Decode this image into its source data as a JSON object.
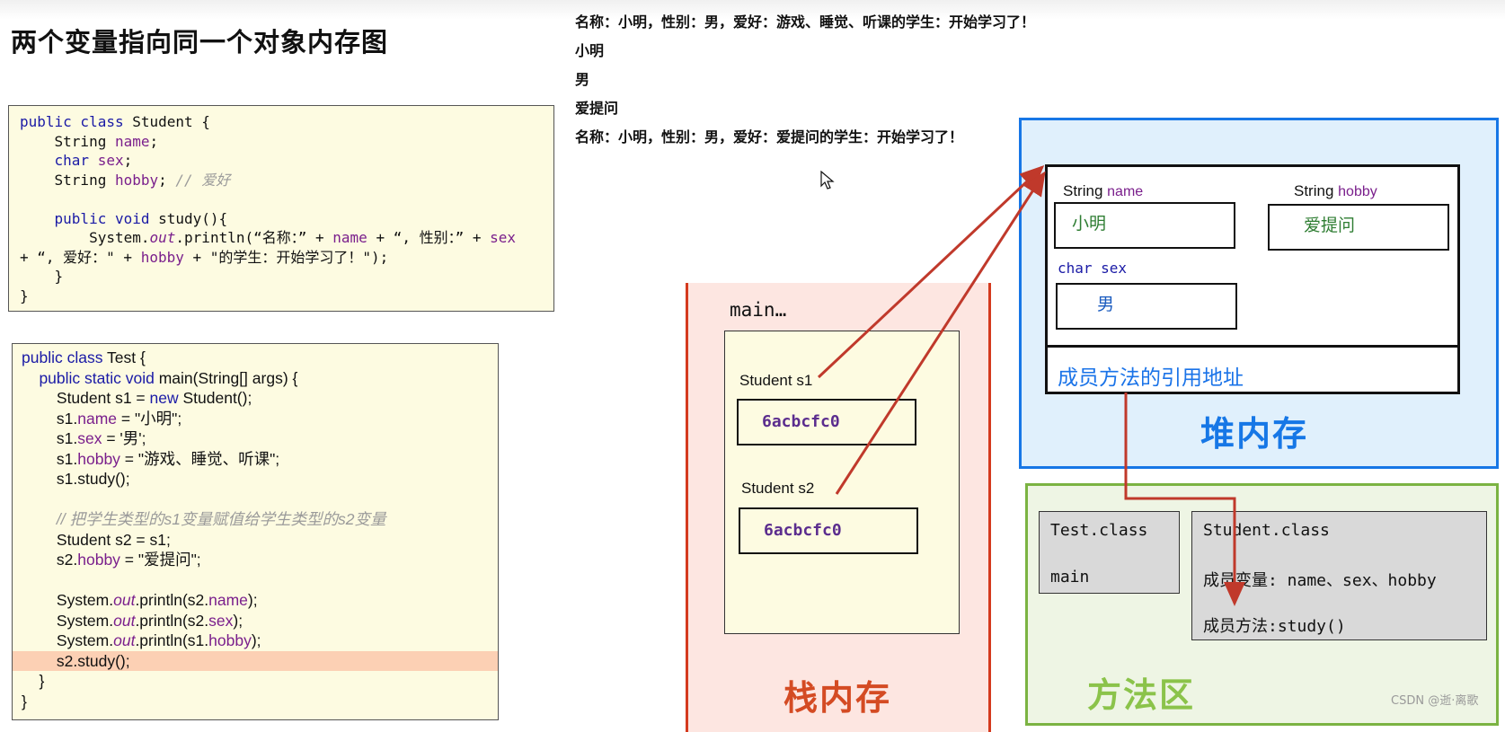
{
  "title": "两个变量指向同一个对象内存图",
  "console_lines": [
    "名称：小明，性别：男，爱好：游戏、睡觉、听课的学生：开始学习了！",
    "小明",
    "男",
    "爱提问",
    "名称：小明，性别：男，爱好：爱提问的学生：开始学习了！"
  ],
  "code_student": [
    [
      [
        "kw",
        "public class "
      ],
      [
        "t",
        "Student {"
      ]
    ],
    [
      [
        "t",
        "    String "
      ],
      [
        "fld",
        "name"
      ],
      [
        "t",
        ";"
      ]
    ],
    [
      [
        "t",
        "    "
      ],
      [
        "kw",
        "char "
      ],
      [
        "fld",
        "sex"
      ],
      [
        "t",
        ";"
      ]
    ],
    [
      [
        "t",
        "    String "
      ],
      [
        "fld",
        "hobby"
      ],
      [
        "t",
        "; "
      ],
      [
        "cmt",
        "// 爱好"
      ]
    ],
    [
      [
        "t",
        " "
      ]
    ],
    [
      [
        "t",
        "    "
      ],
      [
        "kw",
        "public void "
      ],
      [
        "t",
        "study(){"
      ]
    ],
    [
      [
        "t",
        "        System."
      ],
      [
        "out",
        "out"
      ],
      [
        "t",
        ".println(“名称：” + "
      ],
      [
        "fld",
        "name"
      ],
      [
        "t",
        " + “, 性别：” + "
      ],
      [
        "fld",
        "sex"
      ]
    ],
    [
      [
        "t",
        "+ “, 爱好：\" + "
      ],
      [
        "fld",
        "hobby"
      ],
      [
        "t",
        " + \"的学生：开始学习了！\");"
      ]
    ],
    [
      [
        "t",
        "    }"
      ]
    ],
    [
      [
        "t",
        "}"
      ]
    ]
  ],
  "code_test": [
    [
      [
        "kw",
        "public class "
      ],
      [
        "t",
        "Test {"
      ]
    ],
    [
      [
        "t",
        "    "
      ],
      [
        "kw",
        "public static void "
      ],
      [
        "t",
        "main(String[] args) {"
      ]
    ],
    [
      [
        "t",
        "        Student s1 = "
      ],
      [
        "kw",
        "new "
      ],
      [
        "t",
        "Student();"
      ]
    ],
    [
      [
        "t",
        "        s1."
      ],
      [
        "fld",
        "name"
      ],
      [
        "t",
        " = \"小明\";"
      ]
    ],
    [
      [
        "t",
        "        s1."
      ],
      [
        "fld",
        "sex"
      ],
      [
        "t",
        " = '男';"
      ]
    ],
    [
      [
        "t",
        "        s1."
      ],
      [
        "fld",
        "hobby"
      ],
      [
        "t",
        " = \"游戏、睡觉、听课\";"
      ]
    ],
    [
      [
        "t",
        "        s1.study();"
      ]
    ],
    [
      [
        "t",
        " "
      ]
    ],
    [
      [
        "t",
        "        "
      ],
      [
        "cmt",
        "// 把学生类型的s1变量赋值给学生类型的s2变量"
      ]
    ],
    [
      [
        "t",
        "        Student s2 = s1;"
      ]
    ],
    [
      [
        "t",
        "        s2."
      ],
      [
        "fld",
        "hobby"
      ],
      [
        "t",
        " = \"爱提问\";"
      ]
    ],
    [
      [
        "t",
        " "
      ]
    ],
    [
      [
        "t",
        "        System."
      ],
      [
        "out",
        "out"
      ],
      [
        "t",
        ".println(s2."
      ],
      [
        "fld",
        "name"
      ],
      [
        "t",
        ");"
      ]
    ],
    [
      [
        "t",
        "        System."
      ],
      [
        "out",
        "out"
      ],
      [
        "t",
        ".println(s2."
      ],
      [
        "fld",
        "sex"
      ],
      [
        "t",
        ");"
      ]
    ],
    [
      [
        "t",
        "        System."
      ],
      [
        "out",
        "out"
      ],
      [
        "t",
        ".println(s1."
      ],
      [
        "fld",
        "hobby"
      ],
      [
        "t",
        ");"
      ]
    ],
    [
      [
        "t",
        "        s2.study();"
      ]
    ],
    [
      [
        "t",
        "    }"
      ]
    ],
    [
      [
        "t",
        "}"
      ]
    ]
  ],
  "code_test_highlight_line": 15,
  "stack": {
    "frame_title": "main…",
    "s1_label": "Student  s1",
    "s1_value": "6acbcfc0",
    "s2_label": "Student s2",
    "s2_value": "6acbcfc0",
    "area_name": "栈内存"
  },
  "heap": {
    "name_type": "String ",
    "name_field": "name",
    "name_value": "小明",
    "hobby_type": "String ",
    "hobby_field": "hobby",
    "hobby_value": "爱提问",
    "sex_label": "char sex",
    "sex_value": "男",
    "methods_ref": "成员方法的引用地址",
    "area_name": "堆内存"
  },
  "method_area": {
    "test_class": "Test.class",
    "test_main": "main",
    "student_class": "Student.class",
    "member_vars": "成员变量: name、sex、hobby",
    "member_methods": "成员方法:study()",
    "area_name": "方法区"
  },
  "watermark": "CSDN @逝·离歌",
  "colors": {
    "arrow": "#c0392b",
    "heap_border": "#1777e6",
    "stack_border": "#d43a1e",
    "method_border": "#7bb342"
  }
}
